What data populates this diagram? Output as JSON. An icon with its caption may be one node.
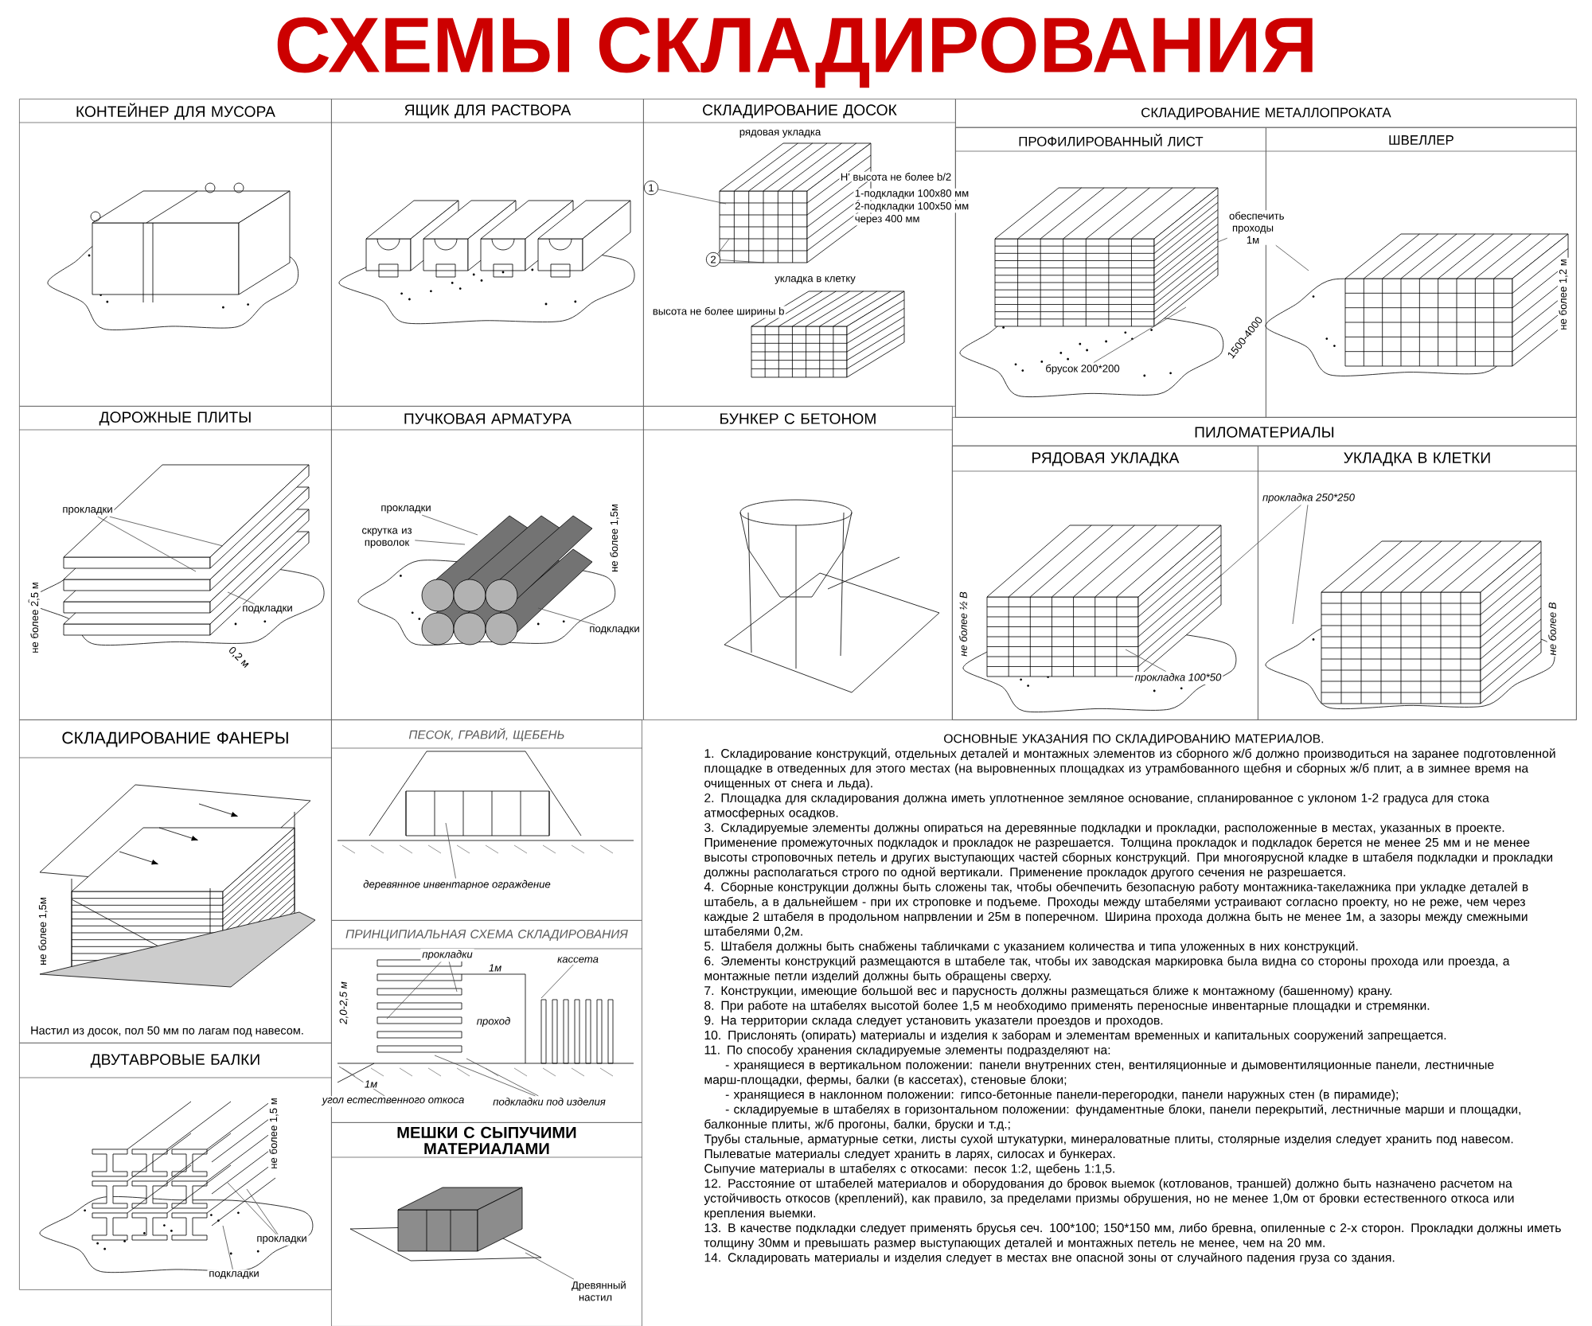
{
  "diagram": {
    "title": "СХЕМЫ СКЛАДИРОВАНИЯ",
    "nodes": [
      {
        "text": [
          "КОНТЕЙНЕР ДЛЯ МУСОРА"
        ]
      },
      {
        "text": [
          "ЯЩИК ДЛЯ РАСТВОРА"
        ]
      },
      {
        "text": [
          "СКЛАДИРОВАНИЕ  ДОСОК"
        ]
      },
      {
        "text": [
          "1"
        ],
        "in": 2
      },
      {
        "text": [
          "2"
        ],
        "in": 2
      },
      {
        "text": [
          "СКЛАДИРОВАНИЕ МЕТАЛЛОПРОКАТА"
        ]
      },
      {
        "text": [
          "ПРОФИЛИРОВАННЫЙ ЛИСТ"
        ],
        "in": 5
      },
      {
        "text": [
          "ШВЕЛЛЕР"
        ],
        "in": 5
      },
      {
        "text": [
          "обеспечить проходы 1м"
        ],
        "in": 5
      },
      {
        "text": [
          "брусок 200*200"
        ],
        "in": 37
      },
      {
        "text": [
          "ДОРОЖНЫЕ ПЛИТЫ"
        ]
      },
      {
        "text": [
          "прокладки"
        ],
        "in": 39
      },
      {
        "text": [
          "подкладки"
        ],
        "in": 39
      },
      {
        "text": [
          "ПУЧКОВАЯ АРМАТУРА"
        ]
      },
      {
        "text": [
          "прокладки"
        ],
        "in": 13
      },
      {
        "text": [
          "скрутка из проволок"
        ],
        "in": 13
      },
      {
        "text": [
          "подкладки"
        ],
        "in": 13
      },
      {
        "text": [
          "БУНКЕР С БЕТОНОМ"
        ]
      },
      {
        "text": [
          "ПИЛОМАТЕРИАЛЫ"
        ]
      },
      {
        "text": [
          "РЯДОВАЯ УКЛАДКА"
        ],
        "in": 18
      },
      {
        "text": [
          "УКЛАДКА В КЛЕТКИ"
        ],
        "in": 18
      },
      {
        "text": [
          "прокладка 250*250"
        ],
        "in": 20
      },
      {
        "text": [
          "прокладка 100*50"
        ],
        "in": 41
      },
      {
        "text": [
          "СКЛАДИРОВАНИЕ ФАНЕРЫ"
        ]
      },
      {
        "text": [
          "ДВУТАВРОВЫЕ БАЛКИ"
        ]
      },
      {
        "text": [
          "прокладки"
        ],
        "in": 43
      },
      {
        "text": [
          "подкладки"
        ],
        "in": 24
      },
      {
        "text": [
          "ПЕСОК, ГРАВИЙ, ЩЕБЕНЬ"
        ]
      },
      {
        "text": [
          "деревянное инвентарное ограждение"
        ],
        "in": 27
      },
      {
        "text": [
          "ПРИНЦИПИАЛЬНАЯ  СХЕМА  СКЛАДИРОВАНИЯ"
        ]
      },
      {
        "text": [
          "прокладки"
        ],
        "in": 29
      },
      {
        "text": [
          "кассета"
        ],
        "in": 29
      },
      {
        "text": [
          "угол естественного откоса"
        ],
        "in": 29
      },
      {
        "text": [
          "подкладки под изделия"
        ],
        "in": 29
      },
      {
        "text": [
          "МЕШКИ С СЫПУЧИМИ МАТЕРИАЛАМИ"
        ]
      },
      {
        "text": [
          "Древянный настил"
        ],
        "in": 34
      },
      {
        "text": [],
        "shape": "picture",
        "in": 2
      },
      {
        "text": [],
        "shape": "picture",
        "in": 6
      },
      {
        "text": [],
        "shape": "picture",
        "in": 7
      },
      {
        "text": [],
        "shape": "picture",
        "in": 10
      },
      {
        "text": [],
        "shape": "picture",
        "in": 13
      },
      {
        "text": [],
        "shape": "picture",
        "in": 19
      },
      {
        "text": [],
        "shape": "picture",
        "in": 20
      },
      {
        "text": [],
        "shape": "picture",
        "in": 24
      },
      {
        "text": [],
        "shape": "picture",
        "in": 27
      },
      {
        "text": [],
        "shape": "picture",
        "in": 29
      },
      {
        "text": [],
        "shape": "picture",
        "in": 34
      }
    ],
    "edges": [
      {
        "from": 3,
        "to": 36,
        "arrow": "none"
      },
      {
        "from": 4,
        "to": 36,
        "arrow": "none"
      },
      {
        "from": 4,
        "to": 36,
        "arrow": "none"
      },
      {
        "from": 8,
        "to": 37,
        "arrow": "none"
      },
      {
        "from": 8,
        "to": 38,
        "arrow": "none"
      },
      {
        "from": 9,
        "to": 37,
        "arrow": "none"
      },
      {
        "from": 11,
        "to": 39,
        "arrow": "none"
      },
      {
        "from": 11,
        "to": 39,
        "arrow": "none"
      },
      {
        "from": 12,
        "to": 39,
        "arrow": "none"
      },
      {
        "from": 14,
        "to": 40,
        "arrow": "none"
      },
      {
        "from": 15,
        "to": 40,
        "arrow": "none"
      },
      {
        "from": 16,
        "to": 40,
        "arrow": "none"
      },
      {
        "from": 21,
        "to": 41,
        "arrow": "none"
      },
      {
        "from": 21,
        "to": 42,
        "arrow": "none"
      },
      {
        "from": 22,
        "to": 41,
        "arrow": "none"
      },
      {
        "from": 25,
        "to": 43,
        "arrow": "none"
      },
      {
        "from": 25,
        "to": 43,
        "arrow": "none"
      },
      {
        "from": 26,
        "to": 43,
        "arrow": "none"
      },
      {
        "from": 28,
        "to": 44,
        "arrow": "none"
      },
      {
        "from": 30,
        "to": 45,
        "arrow": "none"
      },
      {
        "from": 30,
        "to": 45,
        "arrow": "none"
      },
      {
        "from": 31,
        "to": 45,
        "arrow": "none"
      },
      {
        "from": 32,
        "to": 45,
        "arrow": "none"
      },
      {
        "from": 33,
        "to": 45,
        "arrow": "none"
      },
      {
        "from": 33,
        "to": 45,
        "arrow": "none"
      },
      {
        "from": 35,
        "to": 46,
        "arrow": "none"
      }
    ],
    "labels": [
      "рядовая укладка",
      "Н' высота не более b/2",
      "1-подкладки 100х80 мм",
      "2-подкладки 100х50 мм",
      "через 400 мм",
      "укладка в клетку",
      "высота не более ширины b",
      "1500-4000",
      "не более 1,2 м",
      "не более 2,5 м",
      "0,2 м",
      "не более 1,5м",
      "не более ½ В",
      "не более В",
      "не более 1,5м",
      "Настил из досок, пол 50 мм по лагам под навесом.",
      "не более 1,5 м",
      "2,0-2,5 м",
      "1м",
      "проход",
      "1м",
      "ОСНОВНЫЕ УКАЗАНИЯ ПО СКЛАДИРОВАНИЮ МАТЕРИАЛОВ.",
      "1. Складирование конструкций, отдельных деталей и монтажных элементов из сборного ж/б должно производиться на заранее подготовленной площадке в отведенных для этого местах (на выровненных площадках из утрамбованного щебня и сборных ж/б плит, а в зимнее время на очищенных от снега и льда).",
      "2. Площадка для складирования должна иметь уплотненное земляное основание, спланированное с уклоном 1-2 градуса для стока атмосферных осадков.",
      "3. Складируемые элементы должны опираться на деревянные подкладки и прокладки, расположенные в местах, указанных в проекте. Применение промежуточных подкладок и прокладок не разрешается. Толщина прокладок и подкладок берется не менее 25 мм и не менее высоты строповочных петель и других выступающих частей сборных конструкций. При многоярусной кладке в штабеля подкладки и прокладки должны располагаться строго по одной вертикали. Применение прокладок другого сечения не разрешается.",
      "4. Сборные конструкции должны быть сложены так, чтобы обечпечить безопасную работу монтажника-такелажника при укладке деталей в штабель, а в дальнейшем - при их строповке и подъеме. Проходы между штабелями устраивают согласно проекту, но не реже, чем через каждые 2 штабеля в продольном напрвлении и 25м в поперечном. Ширина прохода должна быть не менее 1м, а зазоры между смежными штабелями 0,2м.",
      "5. Штабеля должны быть снабжены табличками с указанием количества и типа уложенных в них конструкций.",
      "6. Элементы конструкций размещаются в штабеле так, чтобы их заводская маркировка была видна со стороны прохода или проезда, а монтажные петли изделий должны быть обращены сверху.",
      "7. Конструкции, имеющие большой вес и парусность должны размещаться ближе к монтажному (башенному) крану.",
      "8. При работе на штабелях высотой более 1,5 м необходимо применять переносные инвентарные площадки и стремянки.",
      "9. На территории склада следует установить указатели проездов и проходов.",
      "10. Прислонять (опирать) материалы и изделия к заборам и элементам временных и капитальных сооружений запрещается.",
      "11. По способу хранения складируемые элементы подразделяют на:",
      "- хранящиеся в вертикальном положении: панели внутренних стен, вентиляционные и дымовентиляционные панели, лестничные марш-площадки, фермы, балки (в кассетах), стеновые блоки;",
      "- хранящиеся в наклонном положении: гипсо-бетонные панели-перегородки, панели наружных стен (в пирамиде);",
      "- складируемые в штабелях в горизонтальном положении: фундаментные блоки, панели перекрытий, лестничные марши и площадки, балконные плиты, ж/б прогоны, балки, бруски и т.д.;",
      "Трубы стальные, арматурные сетки, листы сухой штукатурки, минераловатные плиты, столярные изделия следует хранить под навесом.",
      "Пылеватые материалы следует хранить в ларях, силосах и бункерах.",
      "Сыпучие материалы в штабелях с откосами: песок 1:2, щебень 1:1,5.",
      "12. Расстояние от штабелей материалов и оборудования до бровок выемок (котлованов, траншей) должно быть назначено расчетом на устойчивость откосов (креплений), как правило, за пределами призмы обрушения, но не менее 1,0м от бровки естественного откоса или крепления выемки.",
      "13. В качестве подкладки следует применять брусья сеч. 100*100; 150*150 мм, либо бревна, опиленные с 2-х сторон. Прокладки должны иметь толщину 30мм и превышать размер выступающих деталей и монтажных петель не менее, чем на 20 мм.",
      "14. Складировать материалы и изделия следует в местах вне опасной зоны от случайного падения груза со здания."
    ]
  }
}
